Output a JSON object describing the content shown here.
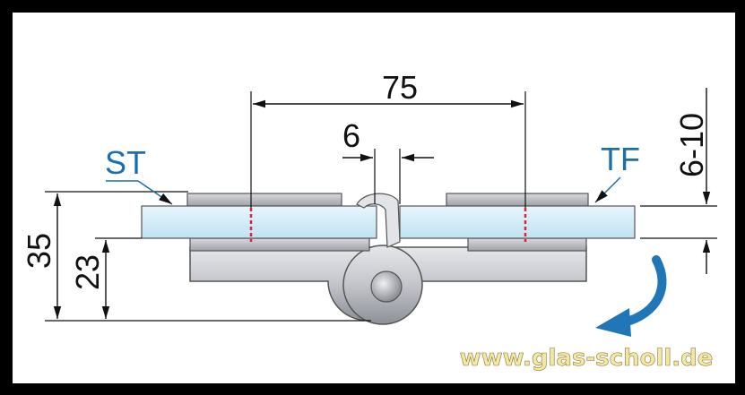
{
  "drawing": {
    "dimensions": {
      "overall_width": "75",
      "gap": "6",
      "glass_thickness_range": "6-10",
      "total_height": "35",
      "axis_height": "23"
    },
    "labels": {
      "left_part": "ST",
      "right_part": "TF"
    },
    "watermark": "www.glas-scholl.de",
    "colors": {
      "glass": "#cfe9f6",
      "metal": "#c4c6cc",
      "metal_dark": "#7d8088",
      "label_blue": "#1a6fb0",
      "arrow_blue": "#1f77b8",
      "marker_red": "#e0203a"
    }
  }
}
